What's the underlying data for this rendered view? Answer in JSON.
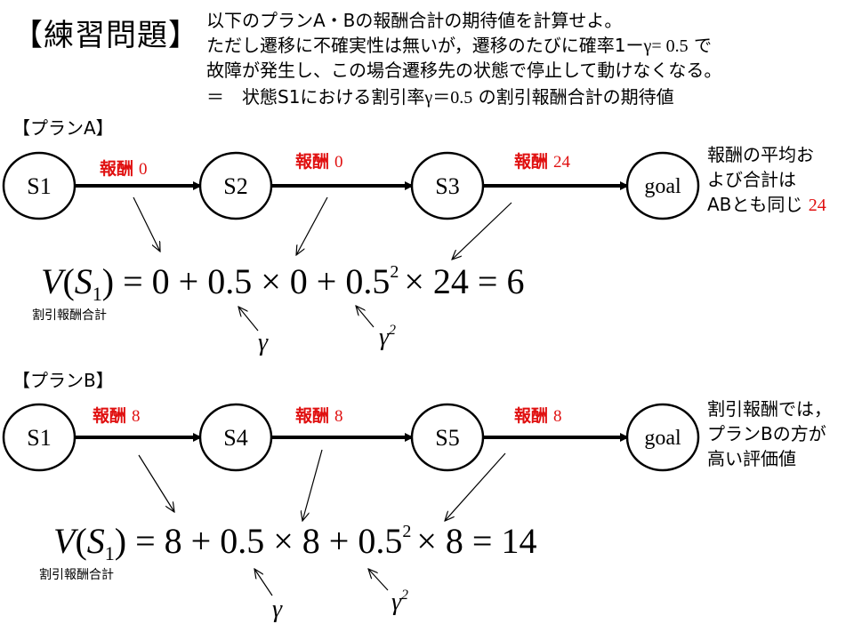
{
  "title": "【練習問題】",
  "description": {
    "line1": "以下のプランA・Bの報酬合計の期待値を計算せよ。",
    "line2_pre": "ただし遷移に不確実性は無いが，遷移のたびに確率1ー",
    "line2_gamma": "γ= 0.5",
    "line2_post": "で",
    "line3": "故障が発生し、この場合遷移先の状態で停止して動けなくなる。",
    "line4_pre": "＝　状態S1における割引率",
    "line4_gamma": "γ＝",
    "line4_val": "0.5",
    "line4_post": "の割引報酬合計の期待値"
  },
  "plan_a": {
    "label": "【プランA】",
    "states": [
      "S1",
      "S2",
      "S3",
      "goal"
    ],
    "reward_word": "報酬",
    "rewards": [
      "0",
      "0",
      "24"
    ],
    "formula": {
      "v": "V",
      "s": "S",
      "sub": "1",
      "rhs_1": "= 0 + 0.5 × 0 + 0.5",
      "exp": "2",
      "rhs_2": "× 24 = 6"
    },
    "formula_caption": "割引報酬合計",
    "gamma": "γ",
    "gamma2": "γ",
    "gamma2_exp": "2",
    "side_note": [
      "報酬の平均お",
      "よび合計は",
      "ABとも同じ"
    ],
    "side_note_value": "24"
  },
  "plan_b": {
    "label": "【プランB】",
    "states": [
      "S1",
      "S4",
      "S5",
      "goal"
    ],
    "reward_word": "報酬",
    "rewards": [
      "8",
      "8",
      "8"
    ],
    "formula": {
      "v": "V",
      "s": "S",
      "sub": "1",
      "rhs_1": "= 8 + 0.5 × 8 + 0.5",
      "exp": "2",
      "rhs_2": "× 8 = 14"
    },
    "formula_caption": "割引報酬合計",
    "gamma": "γ",
    "gamma2": "γ",
    "gamma2_exp": "2",
    "side_note": [
      "割引報酬では，",
      "プランBの方が",
      "高い評価値"
    ]
  }
}
